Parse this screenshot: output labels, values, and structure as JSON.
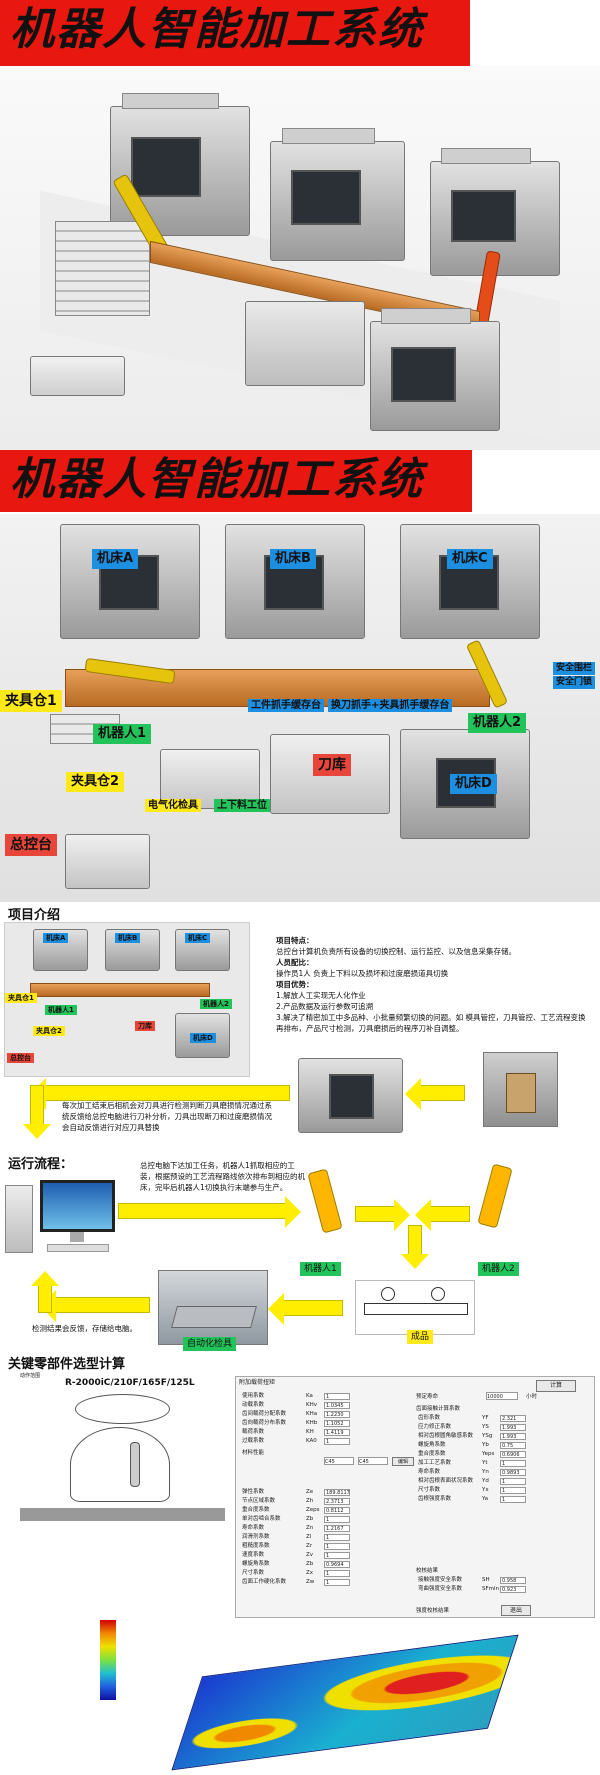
{
  "banner_title": "机器人智能加工系统",
  "layout_labels": {
    "machine_a": "机床A",
    "machine_b": "机床B",
    "machine_c": "机床C",
    "machine_d": "机床D",
    "fixture_store_1": "夹具仓1",
    "fixture_store_2": "夹具仓2",
    "robot_1": "机器人1",
    "robot_2": "机器人2",
    "tool_store": "刀库",
    "control_desk": "总控台",
    "gripper_buffer": "工件抓手缓存台",
    "tool_gripper_buffer": "换刀抓手+夹具抓手缓存台",
    "safety_fence": "安全围栏",
    "safety_door": "安全门锁",
    "electrical_check": "电气化检具",
    "loading_station": "上下料工位"
  },
  "project": {
    "heading": "项目介绍",
    "features_title": "项目特点：",
    "features_text": "总控台计算机负责所有设备的切换控制、运行监控、以及信息采集存储。",
    "staff_title": "人员配比：",
    "staff_text": "操作员1人  负责上下料以及损坏和过度磨损道具切换",
    "advantages_title": "项目优势：",
    "adv_1": "1.解放人工实现无人化作业",
    "adv_2": "2.产品数据及运行参数可追溯",
    "adv_3": "3.解决了精密加工中多品种、小批量频繁切换的问题。如 模具管控，刀具管控、工艺流程变换再排布，产品尺寸检测，刀具磨损后的程序刀补自调整。",
    "tool_check_text": "每次加工结束后相机会对刀具进行检测判断刀具磨损情况通过系统反馈给总控电脑进行刀补分析，刀具出现断刀和过度磨损情况会自动反馈进行对应刀具替换"
  },
  "flow": {
    "heading": "运行流程：",
    "step_text": "总控电脑下达加工任务，机器人1抓取相应的工装，根据预设的工艺流程路线依次排布到相应的机床，完毕后机器人1切换执行末端参与生产。",
    "robot_1": "机器人1",
    "robot_2": "机器人2",
    "auto_check": "自动化检具",
    "product": "成品",
    "feedback": "检测结果会反馈，存储给电脑。"
  },
  "calc": {
    "heading": "关键零部件选型计算",
    "robot_model": "R-2000iC/210F/165F/125L",
    "motion_range": "动作范围",
    "form_title": "附加载荷扭矩",
    "calc_button": "计算",
    "close_button": "退出",
    "left_rows": [
      {
        "k": "使用系数",
        "s": "Ka",
        "v": "1"
      },
      {
        "k": "动载系数",
        "s": "KHv",
        "v": "1.0345"
      },
      {
        "k": "齿间载荷分配系数",
        "s": "KHa",
        "v": "1.2230"
      },
      {
        "k": "齿向载荷分布系数",
        "s": "KHb",
        "v": "1.1052"
      },
      {
        "k": "载荷系数",
        "s": "KH",
        "v": "1.4119"
      },
      {
        "k": "过载系数",
        "s": "KA0",
        "v": "1"
      }
    ],
    "left_rows_b": [
      {
        "k": "弹性系数",
        "s": "Ze",
        "v": "189.8117"
      },
      {
        "k": "节点区域系数",
        "s": "Zh",
        "v": "2.3713"
      },
      {
        "k": "重合度系数",
        "s": "Zeps",
        "v": "0.8112"
      },
      {
        "k": "单对齿啮合系数",
        "s": "Zb",
        "v": "1"
      },
      {
        "k": "寿命系数",
        "s": "Zn",
        "v": "1.2167"
      },
      {
        "k": "润滑剂系数",
        "s": "Zl",
        "v": "1"
      },
      {
        "k": "粗糙度系数",
        "s": "Zr",
        "v": "1"
      },
      {
        "k": "速度系数",
        "s": "Zv",
        "v": "1"
      },
      {
        "k": "螺旋角系数",
        "s": "Zb",
        "v": "0.9694"
      },
      {
        "k": "尺寸系数",
        "s": "Zx",
        "v": "1"
      },
      {
        "k": "齿面工作硬化系数",
        "s": "Zw",
        "v": "1"
      }
    ],
    "right_rows": [
      {
        "k": "齿形系数",
        "s": "YF",
        "v": "2.321"
      },
      {
        "k": "应力修正系数",
        "s": "YS",
        "v": "1.993"
      },
      {
        "k": "相对齿根圆角敏感系数",
        "s": "YSg",
        "v": "1.993"
      },
      {
        "k": "螺旋角系数",
        "s": "Yb",
        "v": "0.75"
      },
      {
        "k": "重合度系数",
        "s": "Yeps",
        "v": "0.6906"
      },
      {
        "k": "加工工艺系数",
        "s": "Yt",
        "v": "1"
      },
      {
        "k": "寿命系数",
        "s": "Yn",
        "v": "0.9893"
      },
      {
        "k": "相对齿根表面状况系数",
        "s": "Yd",
        "v": "1"
      },
      {
        "k": "尺寸系数",
        "s": "Yx",
        "v": "1"
      },
      {
        "k": "齿根强度系数",
        "s": "Ya",
        "v": "1"
      }
    ],
    "result_rows": [
      {
        "k": "接触强度安全系数",
        "s": "SH",
        "v": "0.958"
      },
      {
        "k": "弯曲强度安全系数",
        "s": "SFmin",
        "v": "0.923"
      }
    ],
    "life_label": "预定寿命",
    "life_value": "10000",
    "life_unit": "小时",
    "material_label": "材料性能",
    "material_v1": "C45",
    "material_v2": "C45",
    "material_edit": "编辑",
    "section_gear": "齿面接触计算系数",
    "section_bend": "齿根弯曲计算系数",
    "section_result": "校核结果",
    "check_result": "强度校核结果"
  },
  "colors": {
    "banner": "#e8170f",
    "label_blue": "#1d8fe1",
    "label_green": "#22c35a",
    "label_yellow": "#ffe91a",
    "arrow_yellow": "#ffee00"
  }
}
